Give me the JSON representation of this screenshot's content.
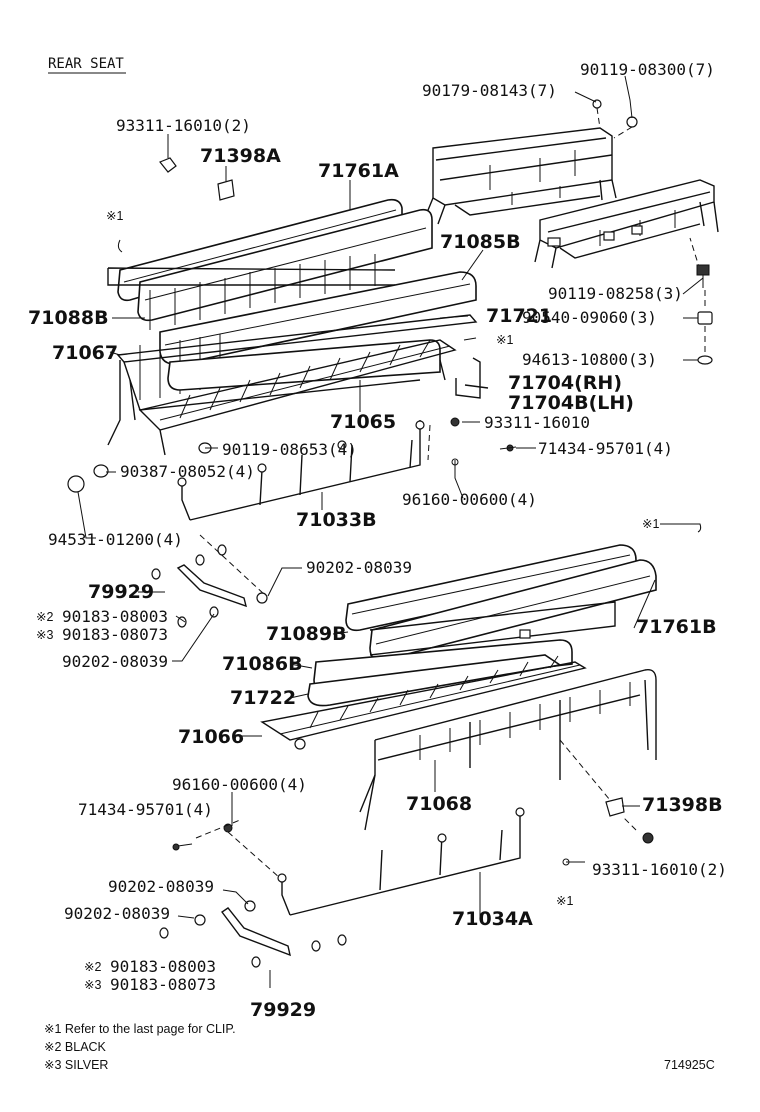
{
  "title": "REAR SEAT",
  "figure_code": "714925C",
  "labels": {
    "p90119_08300": "90119-08300(7)",
    "p90179_08143": "90179-08143(7)",
    "p93311_16010_2a": "93311-16010(2)",
    "p71398A": "71398A",
    "p71761A": "71761A",
    "note1_top": "※1",
    "p71085B": "71085B",
    "p90119_08258": "90119-08258(3)",
    "p90540_09060": "90540-09060(3)",
    "p94613_10800": "94613-10800(3)",
    "p71088B": "71088B",
    "p71721": "71721",
    "note1_mid": "※1",
    "p71067": "71067",
    "p71704RH": "71704(RH)",
    "p71704BLH": "71704B(LH)",
    "p71065": "71065",
    "p93311_16010": "93311-16010",
    "p90119_08653": "90119-08653(4)",
    "p71434_95701_a": "71434-95701(4)",
    "p90387_08052": "90387-08052(4)",
    "p96160_00600_a": "96160-00600(4)",
    "p71033B": "71033B",
    "p94531_01200": "94531-01200(4)",
    "note1_right": "※1",
    "p90202_08039_a": "90202-08039",
    "p79929_a": "79929",
    "p90183_08003_a": "90183-08003",
    "p90183_08073_a": "90183-08073",
    "mark2_a": "※2",
    "mark3_a": "※3",
    "p71761B": "71761B",
    "p71089B": "71089B",
    "p90202_08039_b": "90202-08039",
    "p71086B": "71086B",
    "p71722": "71722",
    "p71066": "71066",
    "p96160_00600_b": "96160-00600(4)",
    "p71434_95701_b": "71434-95701(4)",
    "p71068": "71068",
    "p71398B": "71398B",
    "p93311_16010_2b": "93311-16010(2)",
    "p90202_08039_c": "90202-08039",
    "p90202_08039_d": "90202-08039",
    "p71034A": "71034A",
    "note1_low": "※1",
    "mark2_b": "※2",
    "mark3_b": "※3",
    "p90183_08003_b": "90183-08003",
    "p90183_08073_b": "90183-08073",
    "p79929_b": "79929"
  },
  "notes": [
    "※1 Refer to the last page for CLIP.",
    "※2 BLACK",
    "※3 SILVER"
  ]
}
